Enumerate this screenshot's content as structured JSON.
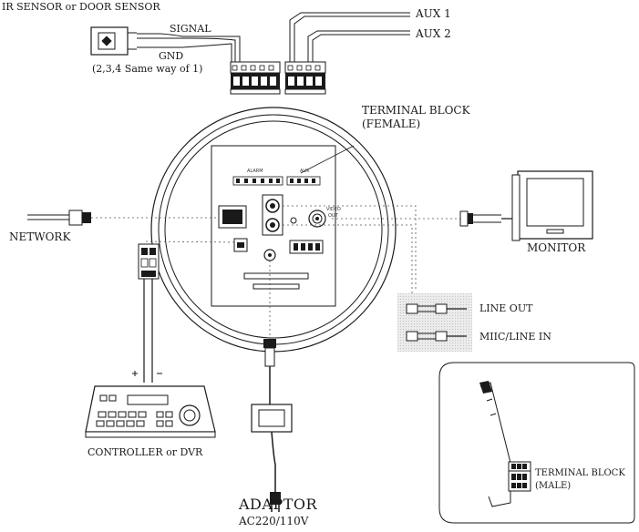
{
  "labels": {
    "ir_sensor": "IR SENSOR or DOOR SENSOR",
    "signal": "SIGNAL",
    "gnd": "GND",
    "same_way": "(2,3,4 Same way of 1)",
    "aux1": "AUX 1",
    "aux2": "AUX 2",
    "terminal_block_female_1": "TERMINAL BLOCK",
    "terminal_block_female_2": "(FEMALE)",
    "network": "NETWORK",
    "monitor": "MONITOR",
    "line_out": "LINE OUT",
    "mic_line_in": "MIIC/LINE IN",
    "controller": "CONTROLLER or DVR",
    "adaptor": "ADAPTOR",
    "adaptor_voltage": "AC220/110V",
    "terminal_block_male_1": "TERMINAL BLOCK",
    "terminal_block_male_2": "(MALE)",
    "alarm": "ALARM",
    "aux": "AUX",
    "video_out": "VIDEO",
    "video_out_2": "OUT"
  },
  "colors": {
    "line": "#1a1a1a",
    "dotted": "#555555",
    "shade": "#e6e6e6"
  }
}
